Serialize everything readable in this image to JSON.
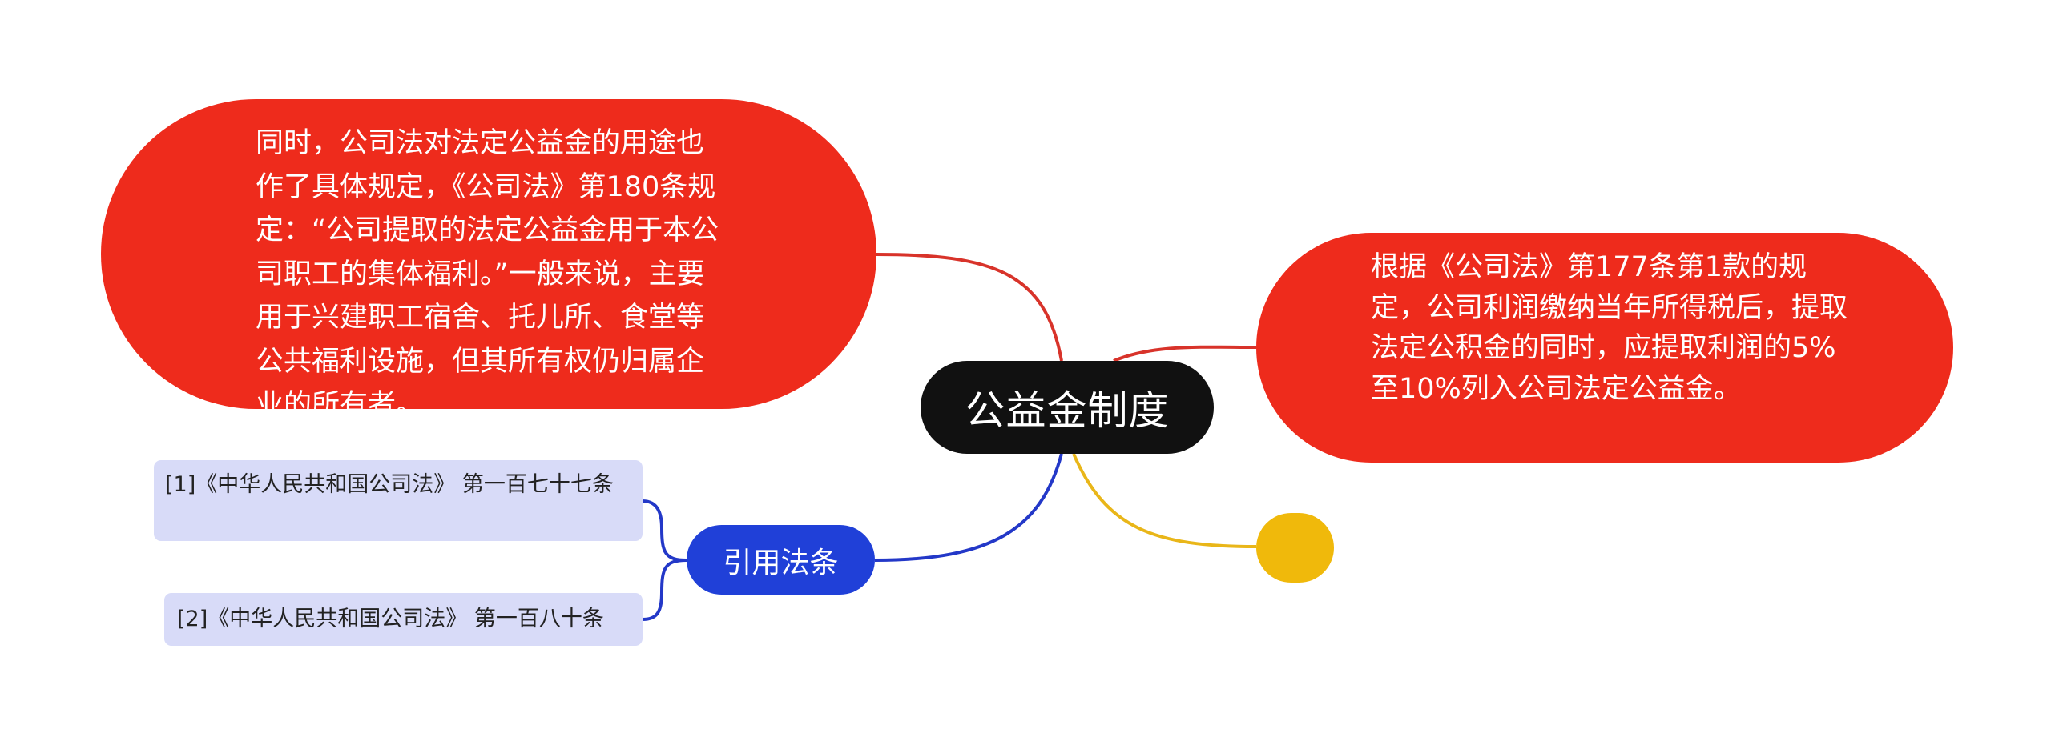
{
  "central": {
    "label": "公益金制度"
  },
  "nodes": {
    "left_detail": "同时，公司法对法定公益金的用途也作了具体规定，《公司法》第180条规定：“公司提取的法定公益金用于本公司职工的集体福利。”一般来说，主要用于兴建职工宿舍、托儿所、食堂等公共福利设施，但其所有权仍归属企业的所有者。",
    "right_detail": "根据《公司法》第177条第1款的规定，公司利润缴纳当年所得税后，提取法定公积金的同时，应提取利润的5%至10%列入公司法定公益金。",
    "yellow_label": "",
    "citations": {
      "label": "引用法条",
      "refs": [
        "[1]《中华人民共和国公司法》 第一百七十七条",
        "[2]《中华人民共和国公司法》 第一百八十条"
      ]
    }
  },
  "colors": {
    "central": "#111111",
    "red": "#ee2b1c",
    "yellow": "#f0b90b",
    "blue": "#2040d8",
    "ref_bg": "#d8dbf8",
    "red_line": "#d8332a",
    "yellow_line": "#e9b619",
    "blue_line": "#2338c8"
  }
}
